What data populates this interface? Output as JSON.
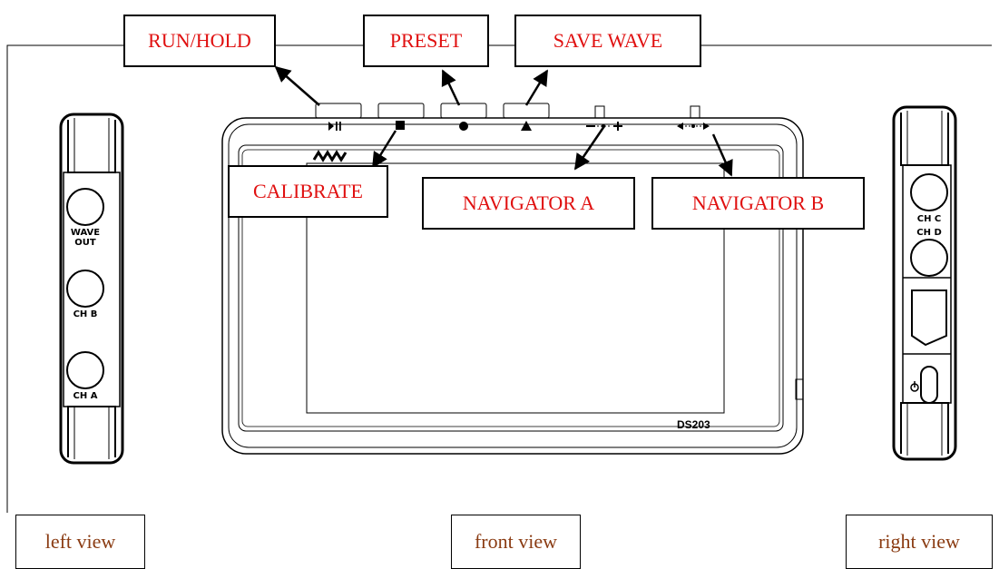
{
  "callouts": {
    "run_hold": "RUN/HOLD",
    "preset": "PRESET",
    "save_wave": "SAVE WAVE",
    "calibrate": "CALIBRATE",
    "navigator_a": "NAVIGATOR A",
    "navigator_b": "NAVIGATOR B"
  },
  "views": {
    "left": "left view",
    "front": "front view",
    "right": "right view"
  },
  "device": {
    "model": "DS203",
    "left_ports": [
      "WAVE",
      "OUT",
      "CH B",
      "CH A"
    ],
    "right_ports": [
      "CH C",
      "CH D"
    ]
  },
  "colors": {
    "callout_text": "#e01010",
    "view_label_text": "#8a3b12",
    "outline": "#000000"
  }
}
